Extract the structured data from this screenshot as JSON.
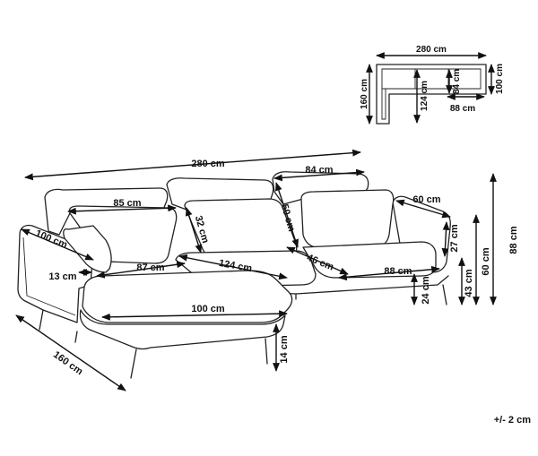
{
  "dimensions": {
    "top_view_width": "280 cm",
    "top_view_depth_left": "160 cm",
    "top_view_depth_right": "100 cm",
    "top_view_chaise_depth": "124 cm",
    "top_view_inner_depth": "84 cm",
    "top_view_seat_width": "88 cm",
    "total_width": "280 cm",
    "back_cushion_width": "84 cm",
    "left_back_cushion_width": "85 cm",
    "back_cushion_height": "50 cm",
    "pillow_height": "32 cm",
    "armrest_width": "60 cm",
    "armrest_height": "27 cm",
    "total_height": "88 cm",
    "back_height": "60 cm",
    "seat_height": "43 cm",
    "leg_height": "24 cm",
    "chaise_arm_depth": "100 cm",
    "arm_thickness": "13 cm",
    "chaise_seat_width": "87 cm",
    "chaise_length": "124 cm",
    "seat_cushion_depth": "46 cm",
    "right_seat_width": "88 cm",
    "chaise_cushion_length": "100 cm",
    "chaise_leg_height": "14 cm",
    "chaise_depth": "160 cm"
  },
  "tolerance": "+/- 2 cm"
}
